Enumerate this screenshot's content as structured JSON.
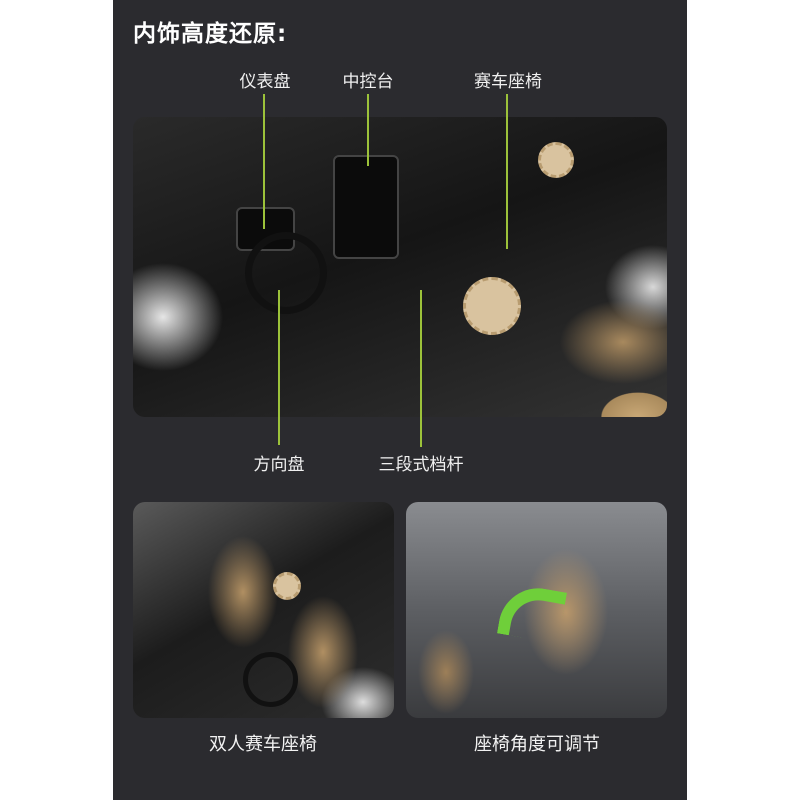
{
  "title": "内饰高度还原:",
  "callouts": {
    "dashboard": "仪表盘",
    "center_console": "中控台",
    "racing_seat": "赛车座椅",
    "steering_wheel": "方向盘",
    "gear_lever": "三段式档杆"
  },
  "captions": {
    "left": "双人赛车座椅",
    "right": "座椅角度可调节"
  },
  "colors": {
    "background": "#2b2b2f",
    "callout_line": "#9cc23a",
    "text": "#ffffff"
  }
}
